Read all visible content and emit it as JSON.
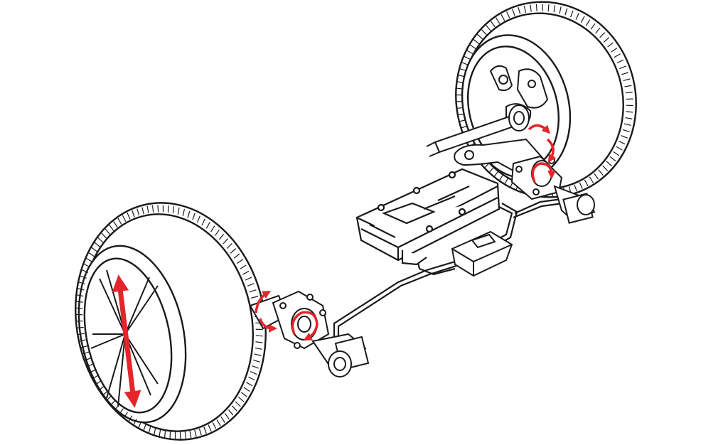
{
  "diagram": {
    "colors": {
      "line": "#1a1a1a",
      "fill": "#ffffff",
      "accent": "#e3262b"
    },
    "components": [
      {
        "id": "front-left-wheel"
      },
      {
        "id": "rear-right-wheel"
      },
      {
        "id": "control-unit"
      },
      {
        "id": "connector-module"
      },
      {
        "id": "front-actuator"
      },
      {
        "id": "rear-actuator"
      },
      {
        "id": "axle-shaft"
      },
      {
        "id": "wiring-harness"
      }
    ],
    "motion_arrows": [
      {
        "id": "vertical-wheel-travel",
        "type": "double"
      },
      {
        "id": "front-actuator-rotation-upper",
        "type": "curved"
      },
      {
        "id": "front-actuator-rotation-lower",
        "type": "curved"
      },
      {
        "id": "rear-actuator-rotation-upper",
        "type": "curved"
      },
      {
        "id": "rear-actuator-rotation-lower",
        "type": "curved"
      }
    ]
  }
}
